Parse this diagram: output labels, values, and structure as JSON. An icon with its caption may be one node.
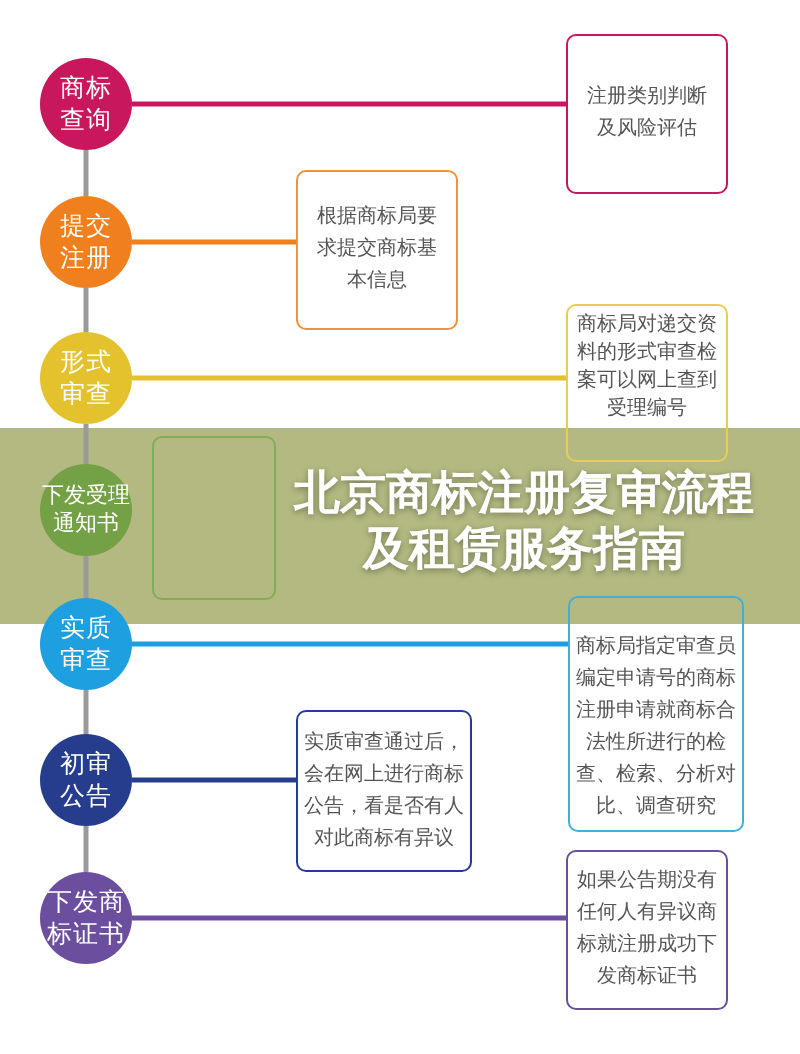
{
  "diagram": {
    "title": "北京商标注册复审流程及租赁服务指南",
    "nodes": [
      {
        "text": [
          "商标查询"
        ]
      },
      {
        "text": [
          "注册类别判断及风险评估"
        ]
      },
      {
        "text": [
          "提交注册"
        ]
      },
      {
        "text": [
          "根据商标局要求提交商标基本信息"
        ]
      },
      {
        "text": [
          "形式审查"
        ]
      },
      {
        "text": [
          "商标局对递交资料的形式审查检案可以网上查到受理编号"
        ]
      },
      {
        "text": [
          "下发受理通知书"
        ]
      },
      {
        "text": [],
        "shape": "box"
      },
      {
        "text": [
          "实质审查"
        ]
      },
      {
        "text": [
          "商标局指定审查员编定申请号的商标注册申请就商标合法性所进行的检查、检索、分析对比、调查研究"
        ]
      },
      {
        "text": [
          "初审公告"
        ]
      },
      {
        "text": [
          "实质审查通过后，会在网上进行商标公告，看是否有人对此商标有异议"
        ]
      },
      {
        "text": [
          "下发商标证书"
        ]
      },
      {
        "text": [
          "如果公告期没有任何人有异议商标就注册成功下发商标证书"
        ]
      }
    ],
    "edges": [
      {
        "from": 0,
        "to": 2,
        "arrow": "none"
      },
      {
        "from": 2,
        "to": 4,
        "arrow": "none"
      },
      {
        "from": 4,
        "to": 6,
        "arrow": "none"
      },
      {
        "from": 6,
        "to": 8,
        "arrow": "none"
      },
      {
        "from": 8,
        "to": 10,
        "arrow": "none"
      },
      {
        "from": 10,
        "to": 12,
        "arrow": "none"
      },
      {
        "from": 0,
        "to": 1,
        "arrow": "none",
        "color": "#c8175d"
      },
      {
        "from": 2,
        "to": 3,
        "arrow": "none",
        "color": "#f07f1e"
      },
      {
        "from": 4,
        "to": 5,
        "arrow": "none",
        "color": "#e3c22e"
      },
      {
        "from": 8,
        "to": 9,
        "arrow": "none",
        "color": "#1d9fe0"
      },
      {
        "from": 10,
        "to": 11,
        "arrow": "none",
        "color": "#263d8e"
      },
      {
        "from": 12,
        "to": 13,
        "arrow": "none",
        "color": "#6b4f9e"
      }
    ]
  }
}
